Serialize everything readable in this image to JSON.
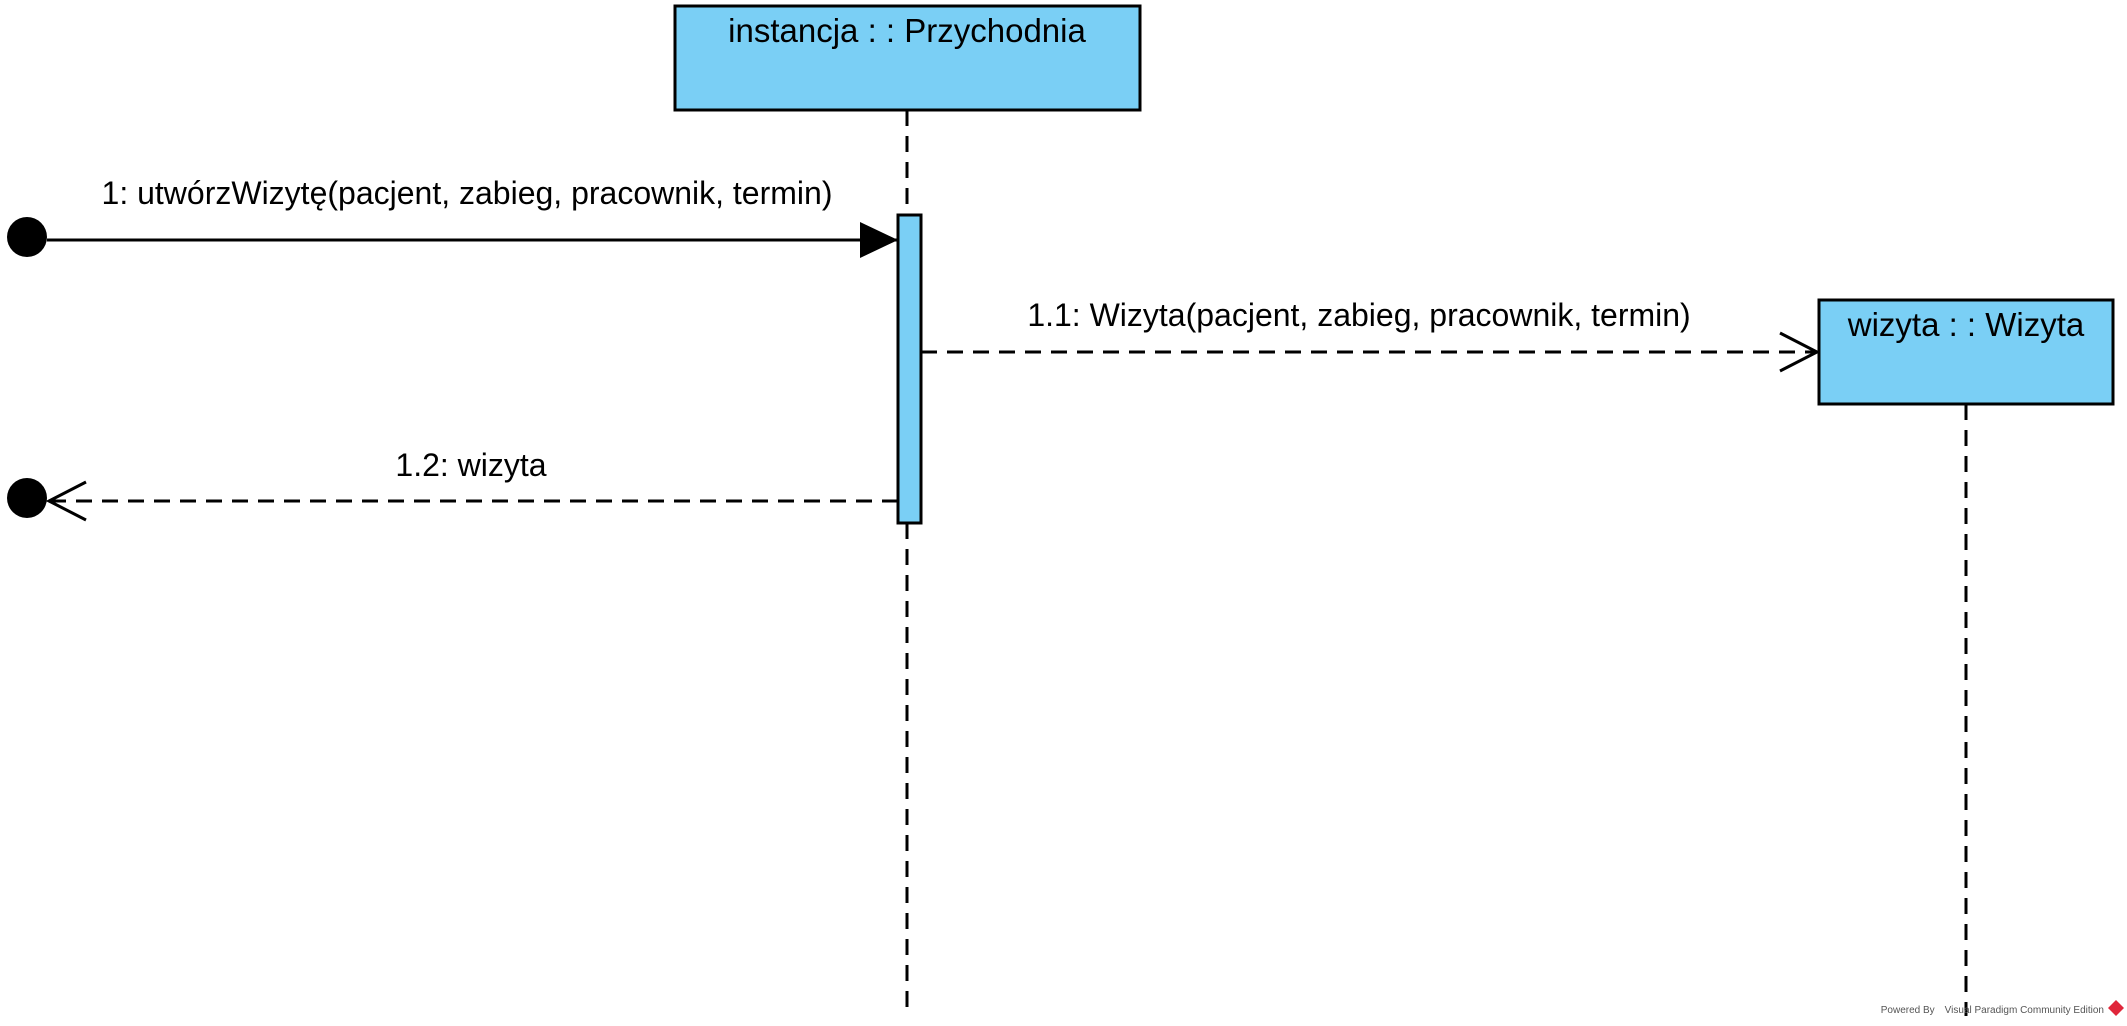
{
  "diagram": {
    "lifelines": [
      {
        "title": "instancja : : Przychodnia"
      },
      {
        "title": "wizyta : : Wizyta"
      }
    ],
    "messages": [
      {
        "label": "1: utwórzWizytę(pacjent, zabieg, pracownik, termin)"
      },
      {
        "label": "1.1: Wizyta(pacjent, zabieg, pracownik, termin)"
      },
      {
        "label": "1.2: wizyta"
      }
    ],
    "watermark": "Powered By Visual Paradigm Community Edition"
  },
  "colors": {
    "lifeline_fill": "#7acff5",
    "stroke": "#000000",
    "background": "#ffffff",
    "watermark_icon": "#e0263a"
  },
  "icons": {
    "watermark_logo": "visual-paradigm-logo-icon"
  }
}
